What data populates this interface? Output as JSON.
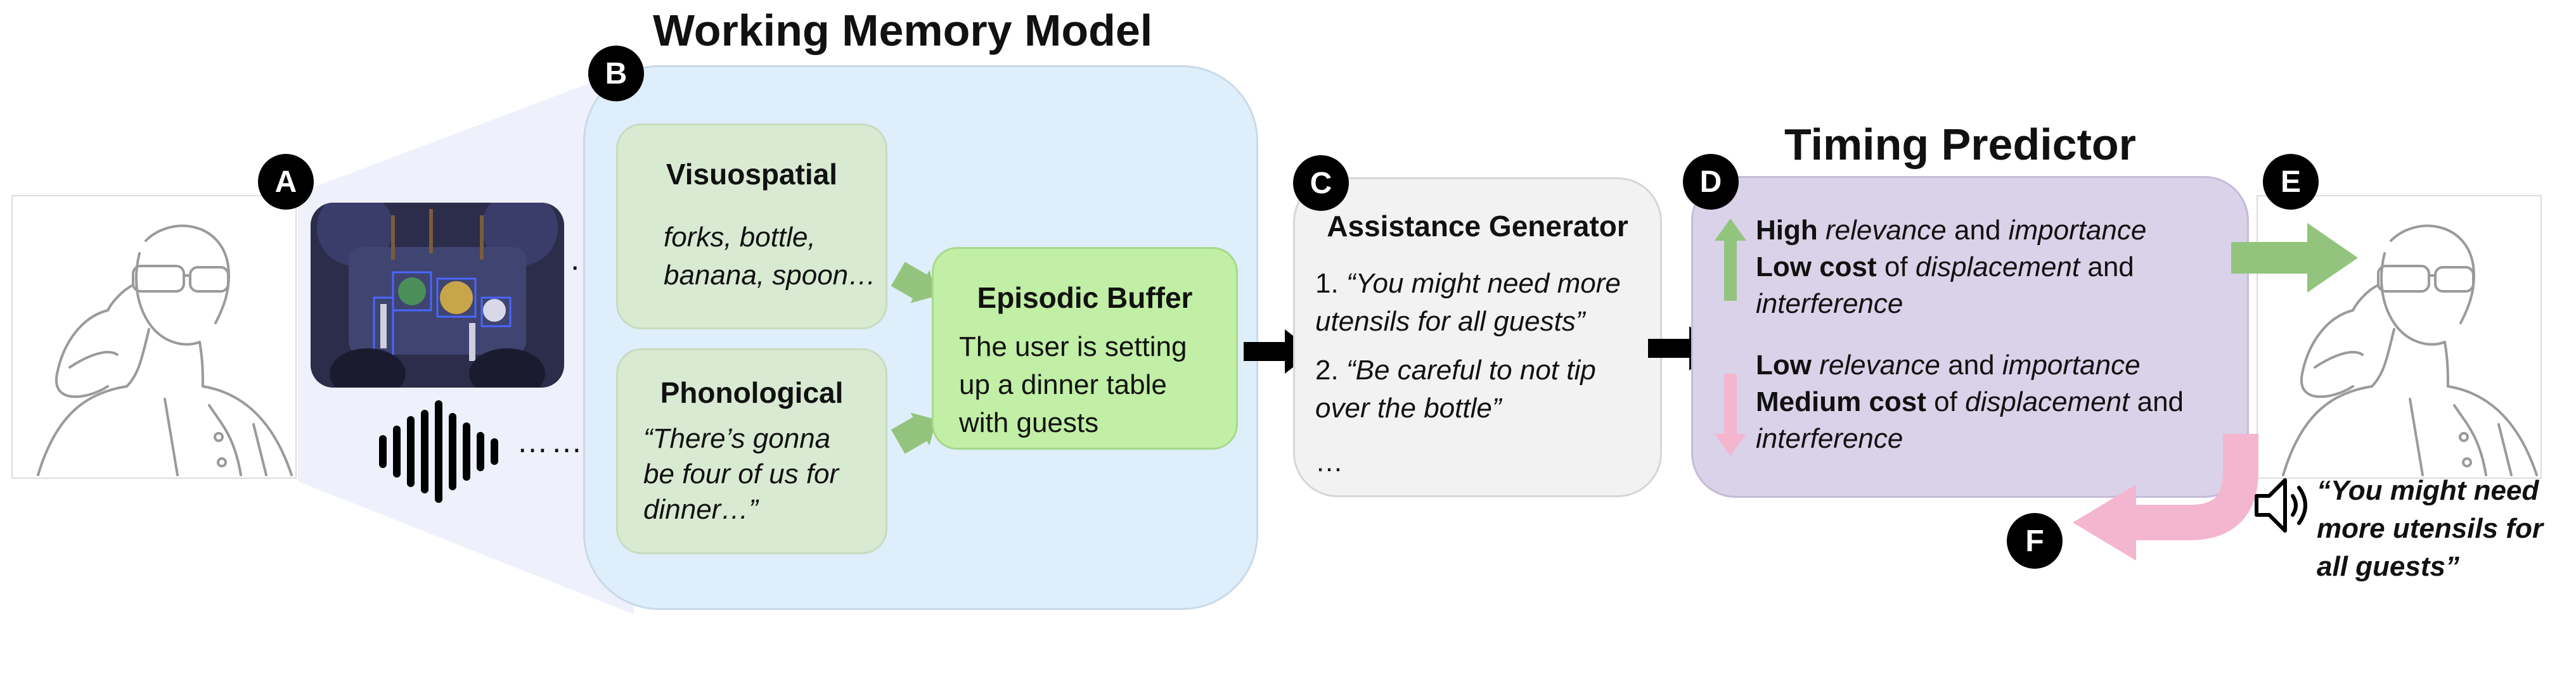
{
  "badges": {
    "a": "A",
    "b": "B",
    "c": "C",
    "d": "D",
    "e": "E",
    "f": "F"
  },
  "memory_model": {
    "title": "Working Memory Model",
    "visuospatial": {
      "title": "Visuospatial",
      "lines": [
        "forks, bottle,",
        "banana, spoon…"
      ]
    },
    "phonological": {
      "title": "Phonological",
      "lines": [
        "“There’s gonna",
        "be four of us for",
        "dinner…”"
      ]
    },
    "episodic_buffer": {
      "title": "Episodic Buffer",
      "lines": [
        "The user is setting",
        "up a dinner table",
        "with guests"
      ]
    }
  },
  "assistance_generator": {
    "title": "Assistance Generator",
    "item1": {
      "num": "1.",
      "lines": [
        "“You might need more",
        "utensils for all guests”"
      ]
    },
    "item2": {
      "num": "2.",
      "lines": [
        "“Be careful to not tip",
        "over the bottle”"
      ]
    },
    "ellipsis": "…"
  },
  "timing_predictor": {
    "title": "Timing Predictor",
    "high": {
      "b1": "High",
      "i1": "relevance",
      "t1": "and",
      "i2": "importance",
      "b2": "Low cost",
      "t2": "of",
      "i3": "displacement",
      "t3": "and",
      "i4": "interference"
    },
    "low": {
      "b1": "Low",
      "i1": "relevance",
      "t1": "and",
      "i2": "importance",
      "b2": "Medium cost",
      "t2": "of",
      "i3": "displacement",
      "t3": "and",
      "i4": "interference"
    }
  },
  "dots": {
    "image": "…",
    "audio": "……."
  },
  "speech": {
    "lines": [
      "“You might need",
      "more utensils for",
      "all guests”"
    ]
  },
  "colors": {
    "memory_bg": "#deeefb",
    "sub_bg": "#d9ead3",
    "buffer_bg": "#c1efa5",
    "generator_bg": "#f2f2f2",
    "predictor_bg": "#d9d2e9",
    "green_arrow": "#93c47d",
    "pink_arrow": "#f4b6cf"
  }
}
